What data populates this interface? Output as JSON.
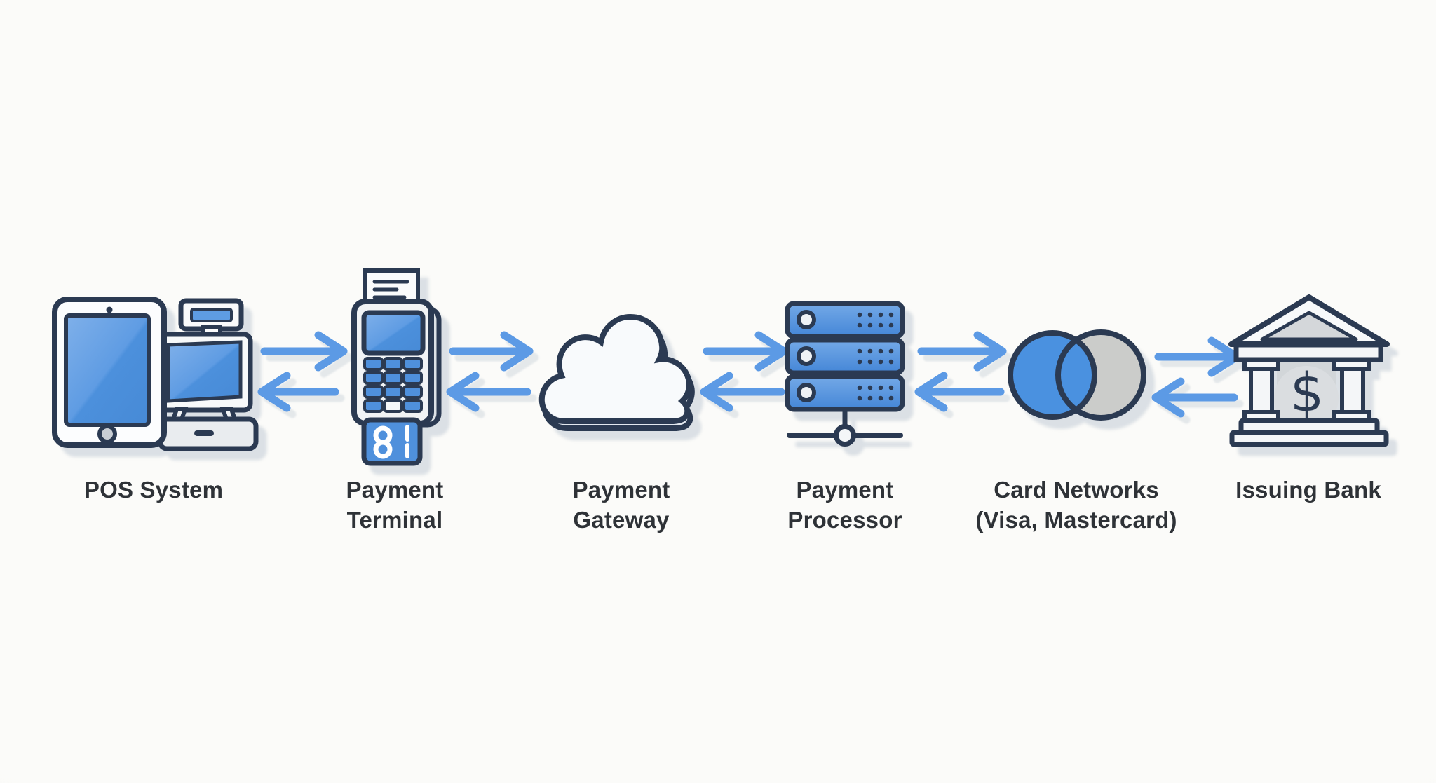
{
  "background": "#FAFAF8",
  "colors": {
    "outline_navy": "#2B3A52",
    "fill_blue": "#4F90DC",
    "arrow_blue": "#5C9AE5",
    "card_network_gray": "#CBCCCA",
    "label_text": "#2E3237"
  },
  "nodes": [
    {
      "id": "pos-system",
      "label_line1": "POS System",
      "label_line2": "",
      "icon": "tablet-and-cash-register-icon"
    },
    {
      "id": "payment-terminal",
      "label_line1": "Payment",
      "label_line2": "Terminal",
      "icon": "card-terminal-icon"
    },
    {
      "id": "payment-gateway",
      "label_line1": "Payment",
      "label_line2": "Gateway",
      "icon": "cloud-icon"
    },
    {
      "id": "payment-processor",
      "label_line1": "Payment",
      "label_line2": "Processor",
      "icon": "server-stack-icon"
    },
    {
      "id": "card-networks",
      "label_line1": "Card Networks",
      "label_line2": "(Visa, Mastercard)",
      "icon": "overlapping-circles-icon"
    },
    {
      "id": "issuing-bank",
      "label_line1": "Issuing Bank",
      "label_line2": "",
      "icon": "bank-building-icon",
      "symbol": "$"
    }
  ],
  "connections": [
    {
      "from": "pos-system",
      "to": "payment-terminal",
      "type": "bidirectional"
    },
    {
      "from": "payment-terminal",
      "to": "payment-gateway",
      "type": "bidirectional"
    },
    {
      "from": "payment-gateway",
      "to": "payment-processor",
      "type": "bidirectional"
    },
    {
      "from": "payment-processor",
      "to": "card-networks",
      "type": "bidirectional"
    },
    {
      "from": "card-networks",
      "to": "issuing-bank",
      "type": "bidirectional"
    }
  ]
}
